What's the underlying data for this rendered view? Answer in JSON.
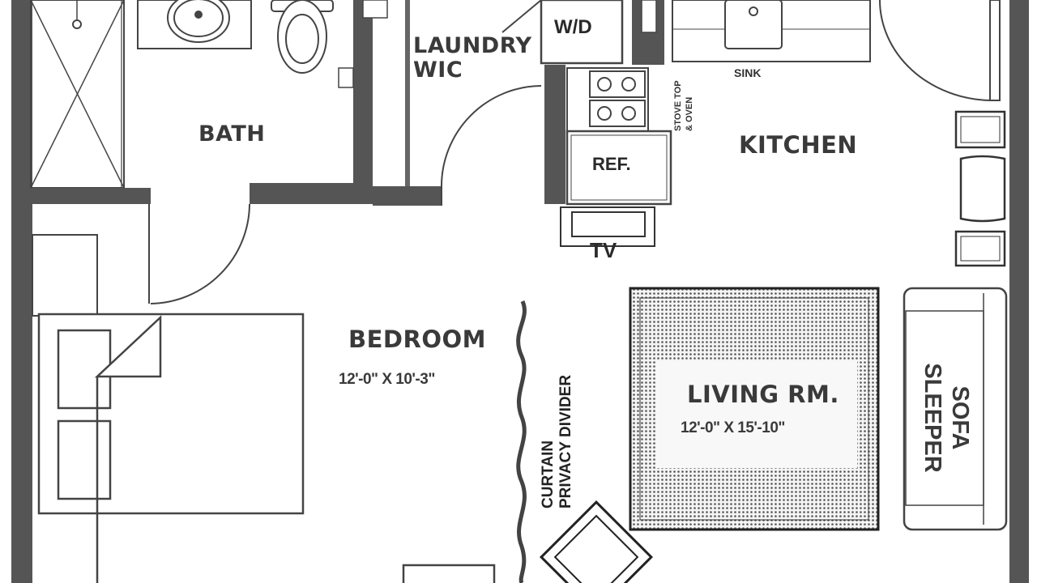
{
  "rooms": {
    "bath": "BATH",
    "laundry_line1": "LAUNDRY",
    "laundry_line2": "WIC",
    "kitchen": "KITCHEN",
    "bedroom": "BEDROOM",
    "bedroom_dim": "12'-0\" X 10'-3\"",
    "living": "LIVING RM.",
    "living_dim": "12'-0\" X 15'-10\""
  },
  "fixtures": {
    "washer_dryer": "W/D",
    "sink": "SINK",
    "stove_line1": "STOVE TOP",
    "stove_line2": "& OVEN",
    "refrigerator": "REF.",
    "tv": "TV",
    "sofa_line1": "SOFA",
    "sofa_line2": "SLEEPER",
    "curtain_line1": "CURTAIN",
    "curtain_line2": "PRIVACY DIVIDER"
  }
}
